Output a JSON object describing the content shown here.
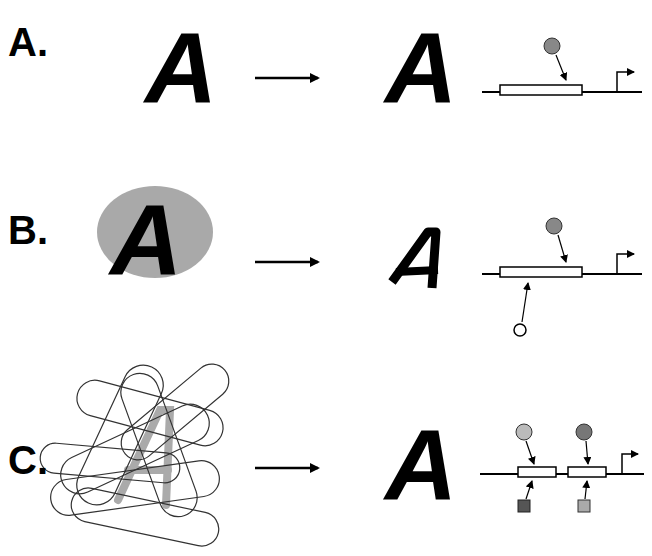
{
  "diagram": {
    "labels": [
      "A.",
      "A",
      "A",
      "B.",
      "A",
      "C.",
      "A"
    ]
  }
}
